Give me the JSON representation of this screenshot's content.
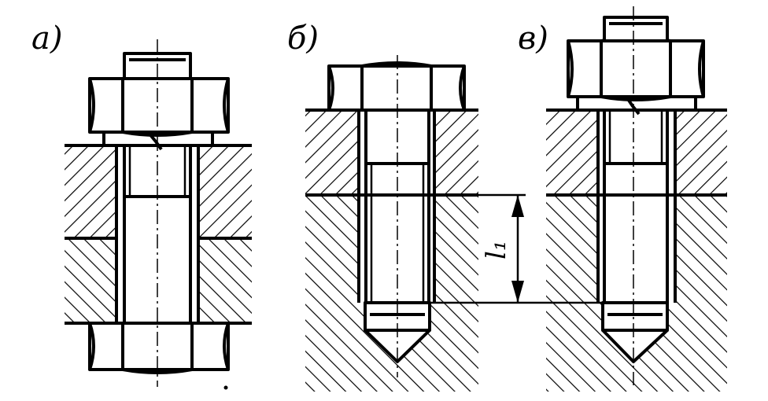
{
  "labels": {
    "a": "а)",
    "b": "б)",
    "v": "в)",
    "dimension": "l₁"
  }
}
